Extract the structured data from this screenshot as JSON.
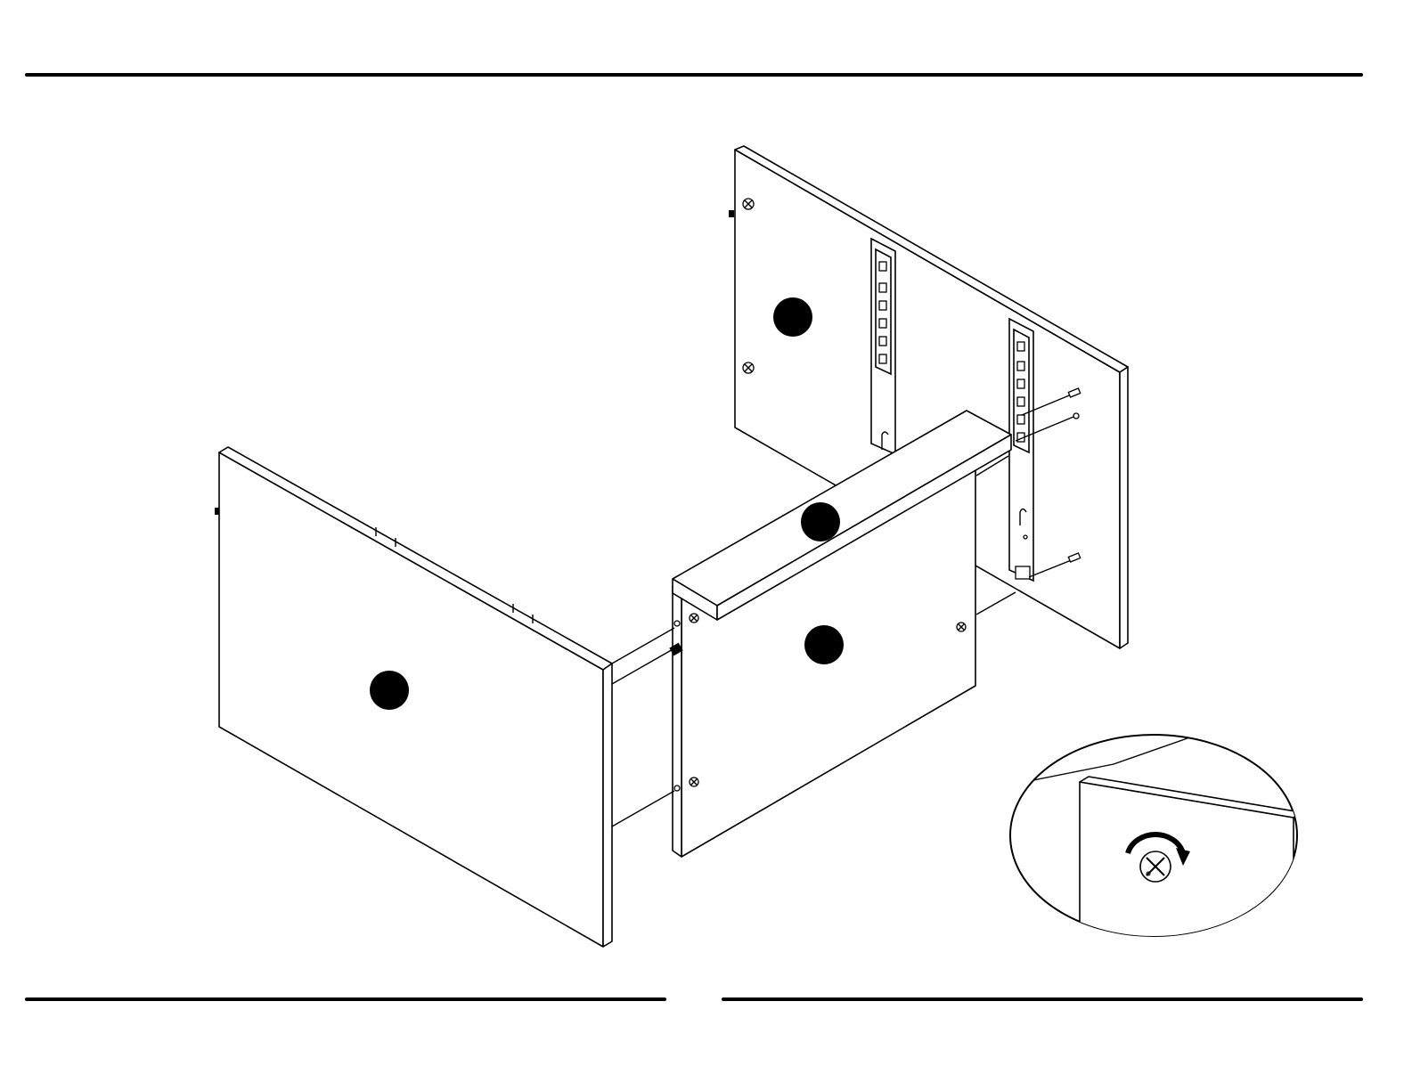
{
  "figure": {
    "parts": [
      {
        "name": "back-panel",
        "badge_label": ""
      },
      {
        "name": "top-panel",
        "badge_label": ""
      },
      {
        "name": "front-panel",
        "badge_label": ""
      },
      {
        "name": "side-panel",
        "badge_label": ""
      }
    ],
    "detail_callout": {
      "icon": "cam-lock-clockwise-icon"
    }
  },
  "colors": {
    "line": "#000000",
    "background": "#ffffff",
    "badge": "#000000"
  }
}
